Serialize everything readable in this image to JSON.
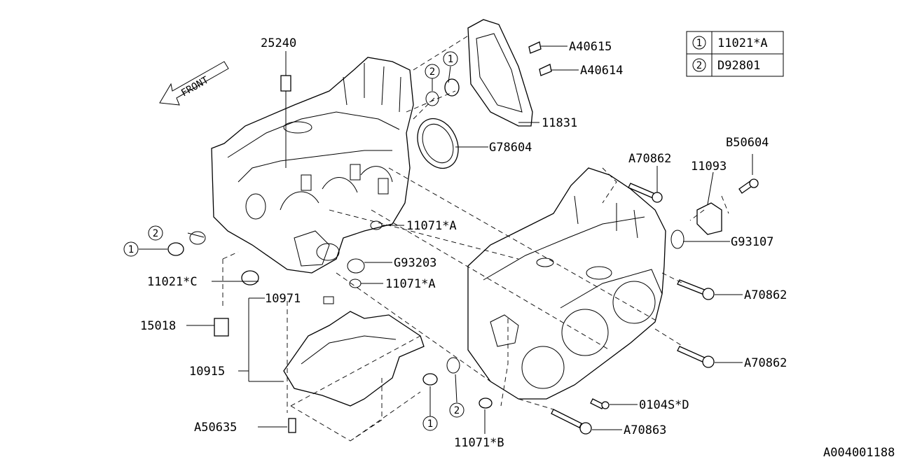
{
  "front_label": "FRONT",
  "legend": [
    {
      "num": "1",
      "part": "11021*A"
    },
    {
      "num": "2",
      "part": "D92801"
    }
  ],
  "callouts": {
    "p25240": "25240",
    "pA40615": "A40615",
    "pA40614": "A40614",
    "p11831": "11831",
    "pG78604": "G78604",
    "pA70862_top": "A70862",
    "p11093": "11093",
    "pB50604": "B50604",
    "pG93107": "G93107",
    "p11071A_1": "11071*A",
    "pG93203": "G93203",
    "p11071A_2": "11071*A",
    "p11021C": "11021*C",
    "p10971": "10971",
    "p15018": "15018",
    "p10915": "10915",
    "pA50635": "A50635",
    "p11071B": "11071*B",
    "p0104SD": "0104S*D",
    "pA70863": "A70863",
    "pA70862_mid": "A70862",
    "pA70862_low": "A70862"
  },
  "markers": {
    "m1_left": "1",
    "m2_left": "2",
    "m1_top": "1",
    "m2_top": "2",
    "m1_bottom": "1",
    "m2_bottom": "2"
  },
  "diagram_id": "A004001188"
}
